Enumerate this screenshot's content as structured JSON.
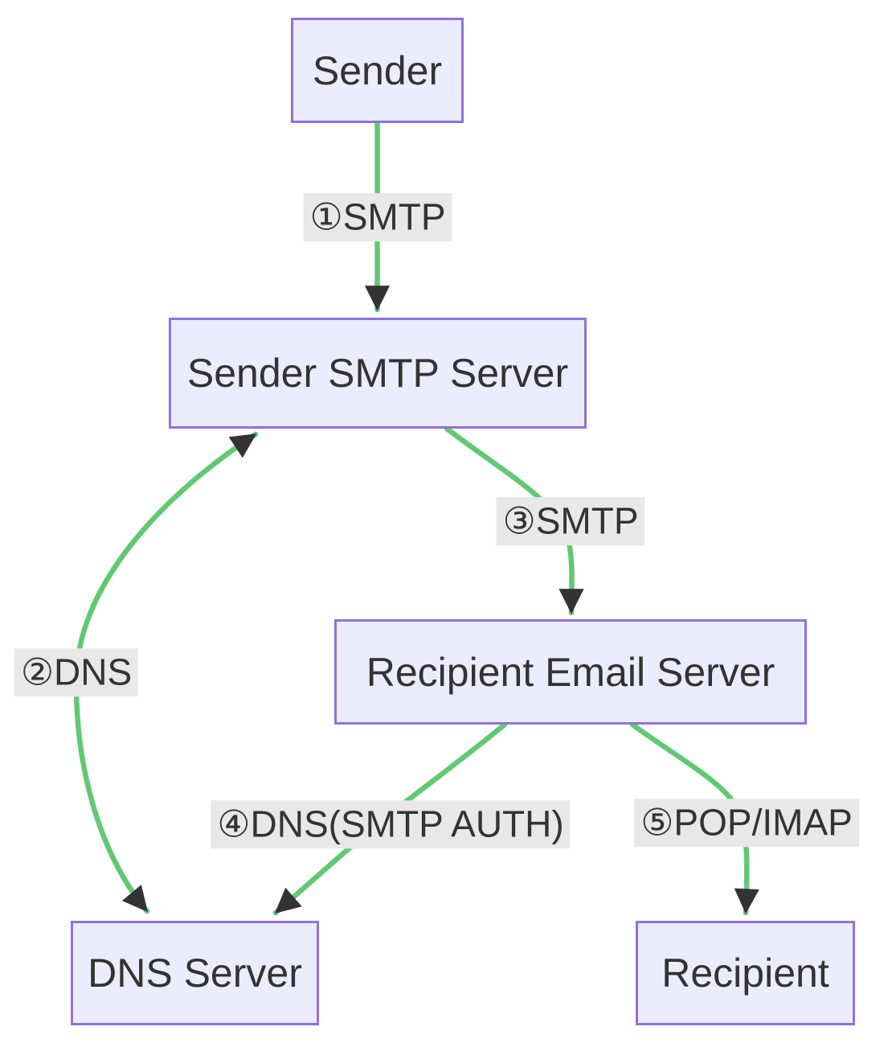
{
  "diagram": {
    "type": "flowchart",
    "direction": "top-down",
    "nodes": [
      {
        "id": "sender",
        "label": "Sender"
      },
      {
        "id": "sender_smtp_server",
        "label": "Sender SMTP Server"
      },
      {
        "id": "recipient_email_server",
        "label": "Recipient Email Server"
      },
      {
        "id": "dns_server",
        "label": "DNS Server"
      },
      {
        "id": "recipient",
        "label": "Recipient"
      }
    ],
    "edges": [
      {
        "from": "sender",
        "to": "sender_smtp_server",
        "label": "①SMTP",
        "direction": "forward"
      },
      {
        "from": "sender_smtp_server",
        "to": "dns_server",
        "label": "②DNS",
        "direction": "both"
      },
      {
        "from": "sender_smtp_server",
        "to": "recipient_email_server",
        "label": "③SMTP",
        "direction": "forward"
      },
      {
        "from": "recipient_email_server",
        "to": "dns_server",
        "label": "④DNS(SMTP AUTH)",
        "direction": "forward"
      },
      {
        "from": "recipient_email_server",
        "to": "recipient",
        "label": "⑤POP/IMAP",
        "direction": "forward"
      }
    ]
  },
  "colors": {
    "canvas-bg": "#FFFFFF",
    "node-fill": "#ECECFF",
    "node-border": "#9370DB",
    "edge-stroke": "#62C973",
    "arrow-fill": "#333333",
    "label-bg": "#E8E8E8",
    "text": "#333333"
  }
}
